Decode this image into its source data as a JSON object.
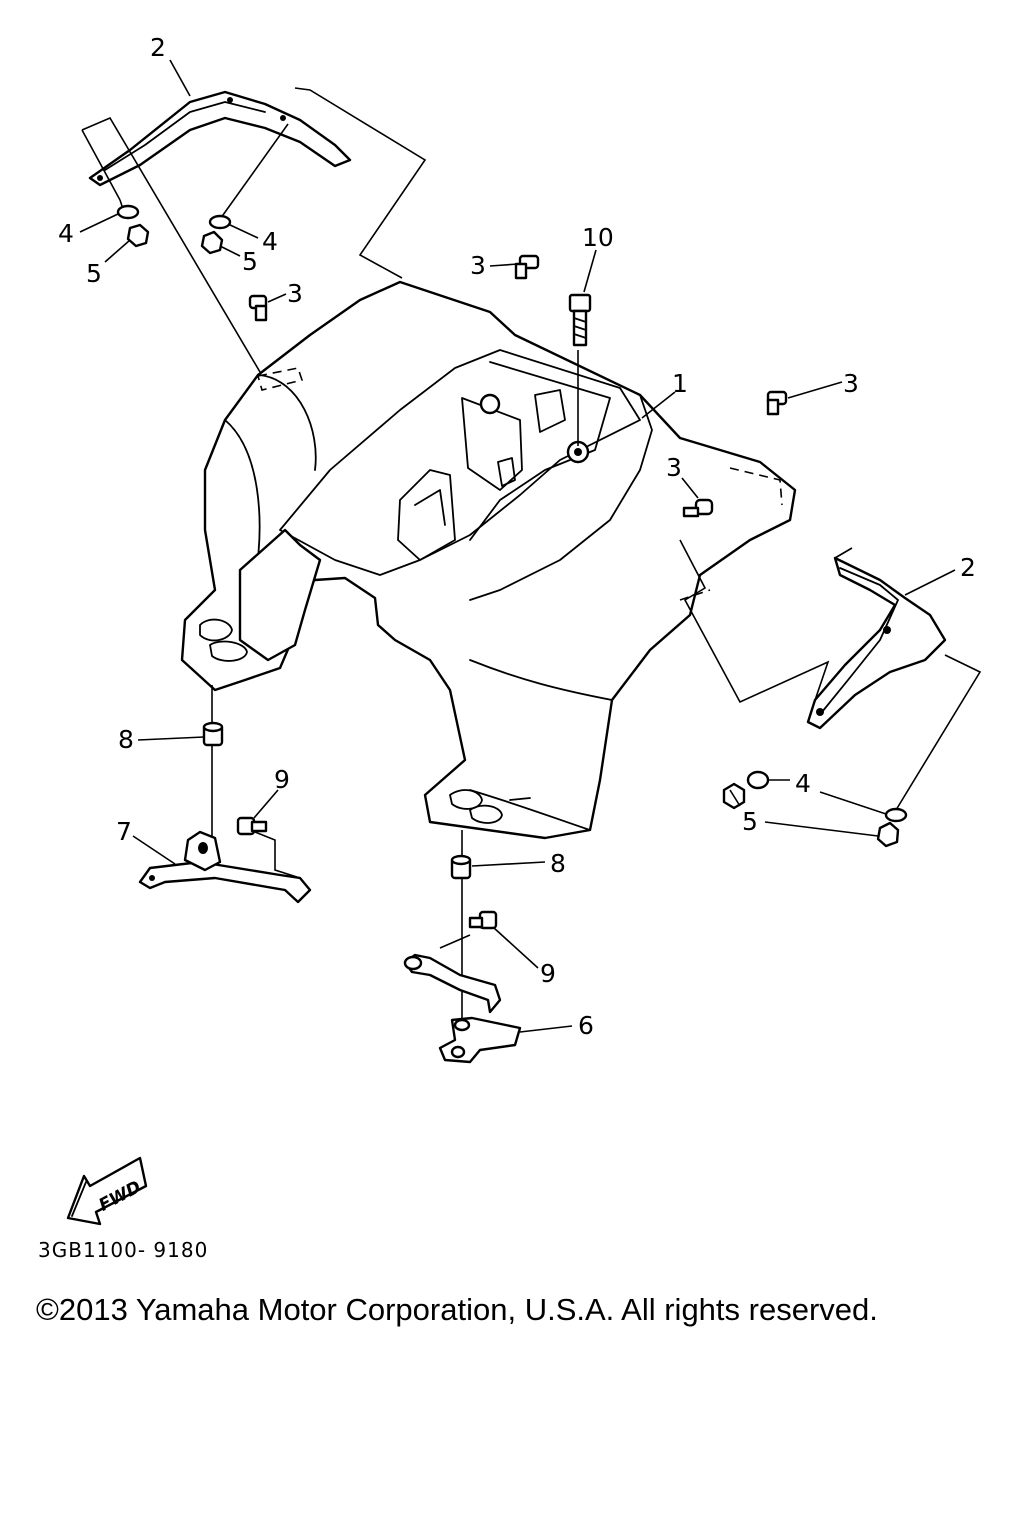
{
  "drawing_code": "3GB1100- 9180",
  "copyright": "©2013 Yamaha Motor Corporation, U.S.A. All rights reserved.",
  "fwd_label": "FWD",
  "callouts": {
    "c2_top": "2",
    "c2_right": "2",
    "c4_left": "4",
    "c5_left": "5",
    "c4_mid": "4",
    "c5_mid": "5",
    "c3_a": "3",
    "c3_b": "3",
    "c10": "10",
    "c1": "1",
    "c3_c": "3",
    "c3_d": "3",
    "c4_right": "4",
    "c5_right": "5",
    "c8_left": "8",
    "c9_left": "9",
    "c7": "7",
    "c8_mid": "8",
    "c9_mid": "9",
    "c6": "6"
  }
}
